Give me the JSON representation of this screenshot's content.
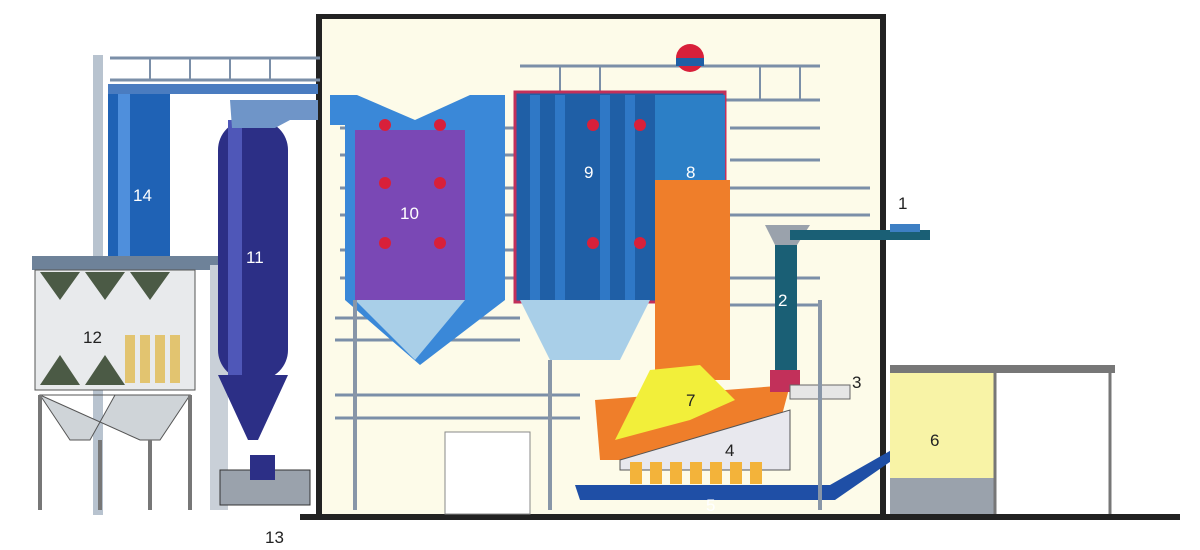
{
  "labels": {
    "l1": "1",
    "l2": "2",
    "l3": "3",
    "l4": "4",
    "l5": "5",
    "l6": "6",
    "l7": "7",
    "l8": "8",
    "l9": "9",
    "l10": "10",
    "l11": "11",
    "l12": "12",
    "l13": "13",
    "l14": "14"
  },
  "colors": {
    "building": "#fdfbe9",
    "frame": "#222222",
    "rail": "#7b8fa8",
    "blue_dark": "#1d4f8f",
    "blue_mid": "#3d7fc4",
    "purple": "#7b4ab0",
    "orange": "#ef7e2a",
    "yellow_flame": "#f2ef3a",
    "red_dot": "#d8203a",
    "pale_yellow": "#f8f3a6"
  }
}
